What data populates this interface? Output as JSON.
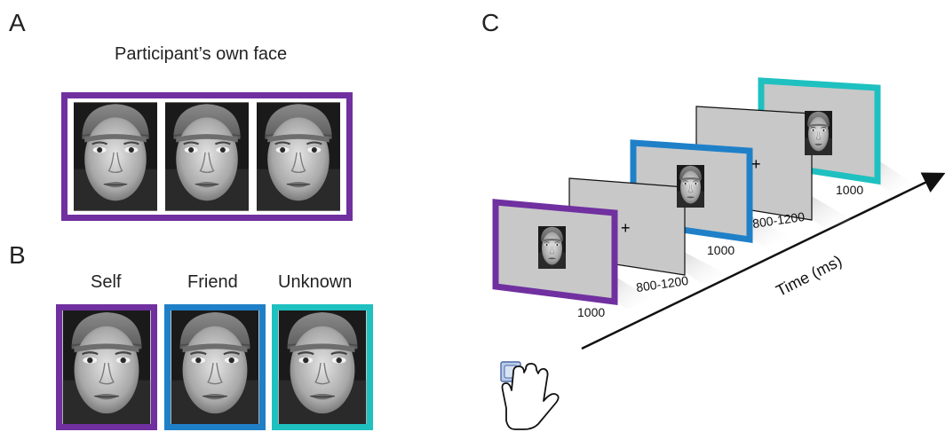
{
  "panels": {
    "a": {
      "letter": "A",
      "title": "Participant’s own face"
    },
    "b": {
      "letter": "B",
      "labels": [
        "Self",
        "Friend",
        "Unknown"
      ]
    },
    "c": {
      "letter": "C",
      "durations": {
        "face_1": "1000",
        "fixation_1": "800-1200",
        "face_2": "1000",
        "fixation_2": "800-1200",
        "face_3": "1000"
      },
      "axis_label": "Time (ms)",
      "fixation_symbol": "+"
    }
  },
  "colors": {
    "self": "#7030a0",
    "friend": "#1f80c8",
    "unknown": "#1fc0c0",
    "screen_gray": "#c8c8c8"
  },
  "icons": {
    "face": "face-photo-icon",
    "hand": "hand-button-icon"
  }
}
